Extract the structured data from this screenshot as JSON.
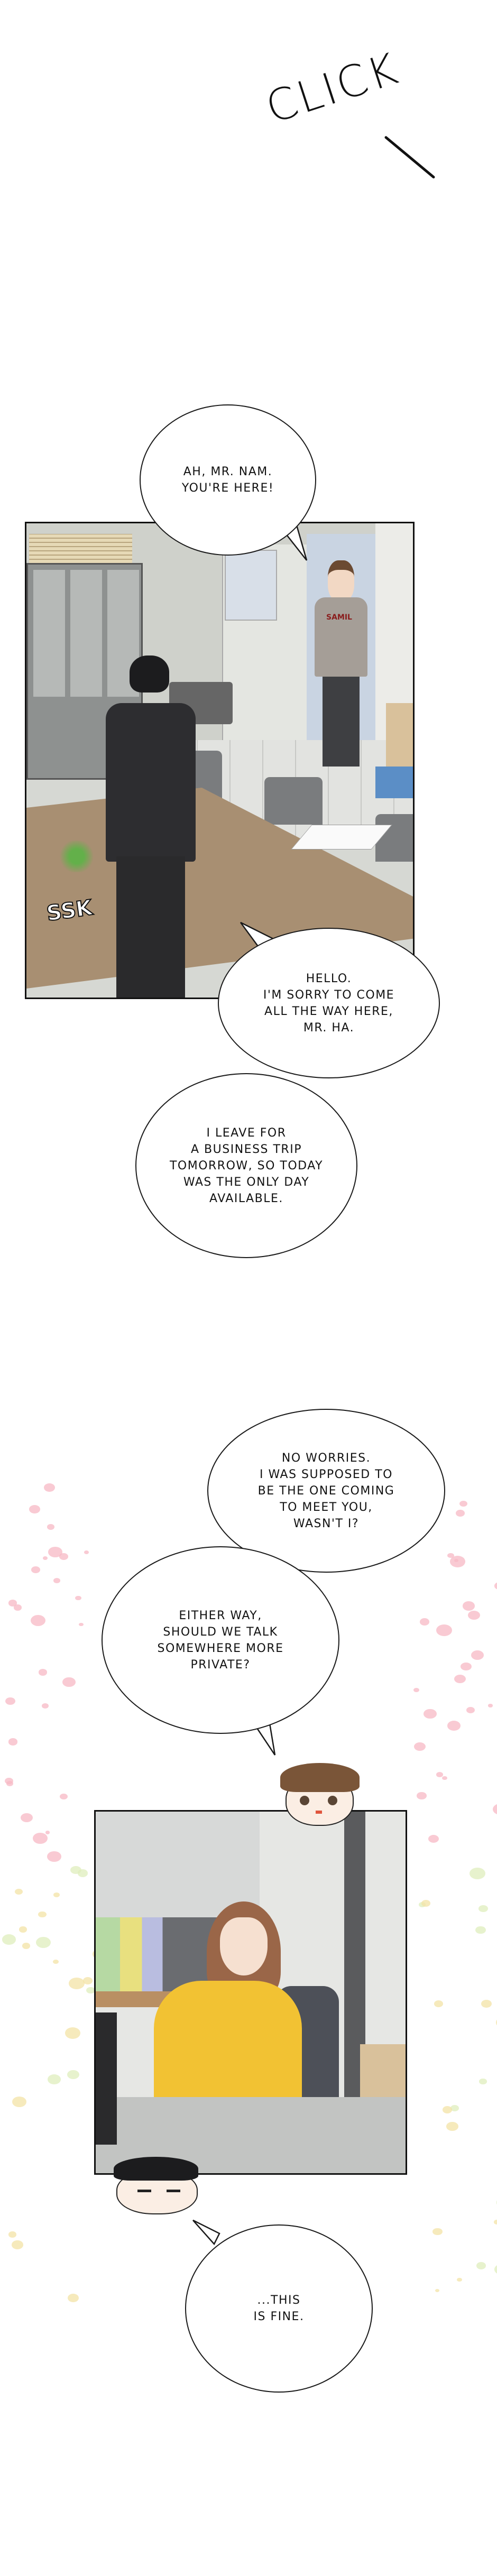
{
  "sfx": {
    "click": "CLICK",
    "ssk": "SSK"
  },
  "bubbles": [
    {
      "text": "AH, MR. NAM.\nYOU'RE HERE!"
    },
    {
      "text": "HELLO.\nI'M SORRY TO COME\nALL THE WAY HERE,\nMR. HA."
    },
    {
      "text": "I LEAVE FOR\nA BUSINESS TRIP\nTOMORROW, SO TODAY\nWAS THE ONLY DAY\nAVAILABLE."
    },
    {
      "text": "NO WORRIES.\nI WAS SUPPOSED TO\nBE THE ONE COMING\nTO MEET YOU,\nWASN'T I?"
    },
    {
      "text": "EITHER WAY,\nSHOULD WE TALK\nSOMEWHERE MORE\nPRIVATE?"
    },
    {
      "text": "...THIS\nIS FINE."
    }
  ],
  "props": {
    "sweater_logo": "SAMIL"
  },
  "colors": {
    "petal_pink": "#f7b8c4",
    "petal_yellow": "#f3e3a6",
    "petal_green": "#dfeebc",
    "sweater_yellow": "#f2c233",
    "table_wood": "#a88f72"
  }
}
